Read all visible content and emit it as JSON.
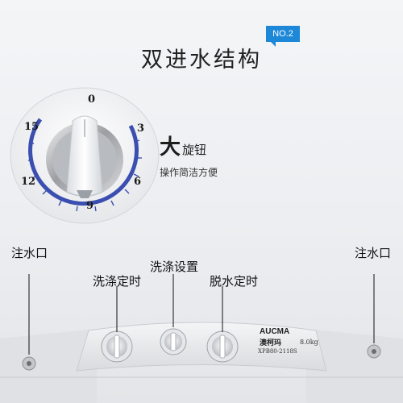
{
  "header": {
    "title": "双进水结构",
    "badge": "NO.2"
  },
  "knob": {
    "dial_numbers": [
      "0",
      "3",
      "6",
      "9",
      "12",
      "15"
    ]
  },
  "feature": {
    "big_char": "大",
    "label": "旋钮",
    "subtitle": "操作简洁方便"
  },
  "callouts": {
    "inlet_left": "注水口",
    "inlet_right": "注水口",
    "wash_timer": "洗涤定时",
    "wash_setting": "洗涤设置",
    "spin_timer": "脱水定时"
  },
  "machine": {
    "brand": "AUCMA",
    "brand_cn": "澳柯玛",
    "model": "XPB80-2118S",
    "capacity": "8.0kg"
  },
  "colors": {
    "accent": "#1e88d8",
    "dial_ring": "#3a4fb0"
  }
}
